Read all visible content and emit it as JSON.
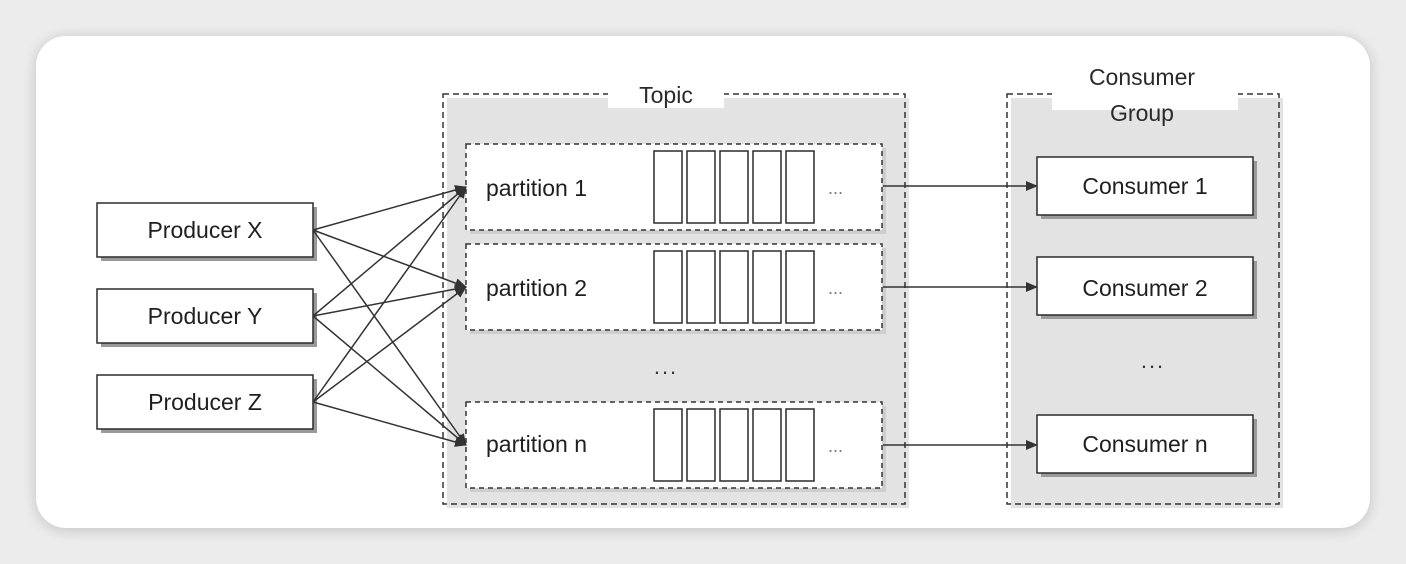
{
  "topic": {
    "label": "Topic"
  },
  "consumer_group": {
    "label_line1": "Consumer",
    "label_line2": "Group"
  },
  "producers": [
    {
      "label": "Producer X"
    },
    {
      "label": "Producer Y"
    },
    {
      "label": "Producer Z"
    }
  ],
  "partitions": [
    {
      "label": "partition 1",
      "tail": "..."
    },
    {
      "label": "partition 2",
      "tail": "..."
    },
    {
      "label": "partition n",
      "tail": "..."
    }
  ],
  "partition_ellipsis": "...",
  "consumers": [
    {
      "label": "Consumer 1"
    },
    {
      "label": "Consumer 2"
    },
    {
      "label": "Consumer n"
    }
  ],
  "consumer_ellipsis": "...",
  "colors": {
    "stroke": "#2b2b2b",
    "shadow": "#9a9a9a",
    "card": "#ffffff",
    "background": "#ececec"
  }
}
